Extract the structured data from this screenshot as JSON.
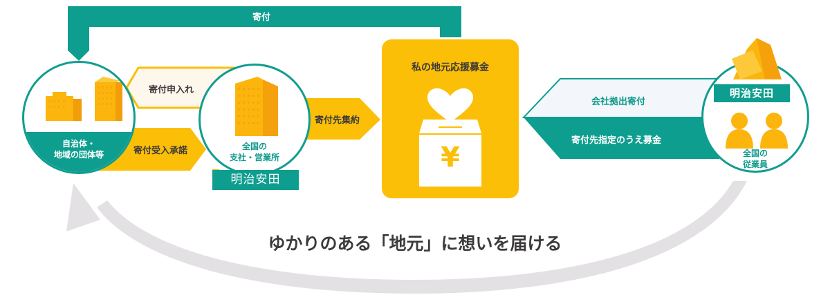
{
  "colors": {
    "teal": "#0e9e8f",
    "yellow": "#fbbf07",
    "light_teal_fill": "#f3f7fb",
    "light_yellow_fill": "#fdf7ec",
    "gray_arrow": "#e3e1e4",
    "text_dark": "#3d3a3a"
  },
  "top_bracket": {
    "label": "寄付"
  },
  "left_node": {
    "icon": "buildings-icon",
    "label_line1": "自治体・",
    "label_line2": "地域の団体等"
  },
  "arrow_request": {
    "label": "寄付申入れ"
  },
  "arrow_accept": {
    "label": "寄付受入承諾"
  },
  "branch_node": {
    "icon": "office-tower-icon",
    "label_line1": "全国の",
    "label_line2": "支社・営業所",
    "badge": "明治安田"
  },
  "arrow_collect": {
    "label": "寄付先集約"
  },
  "fund_box": {
    "title": "私の地元応援募金",
    "icon": "heart-donation-box-icon",
    "symbol": "¥"
  },
  "arrow_company": {
    "top_label": "会社拠出寄付",
    "bottom_label": "寄付先指定のうえ募金"
  },
  "employee_node": {
    "badge": "明治安田",
    "icon": "people-icon",
    "label_line1": "全国の",
    "label_line2": "従業員"
  },
  "tagline": "ゆかりのある「地元」に想いを届ける"
}
